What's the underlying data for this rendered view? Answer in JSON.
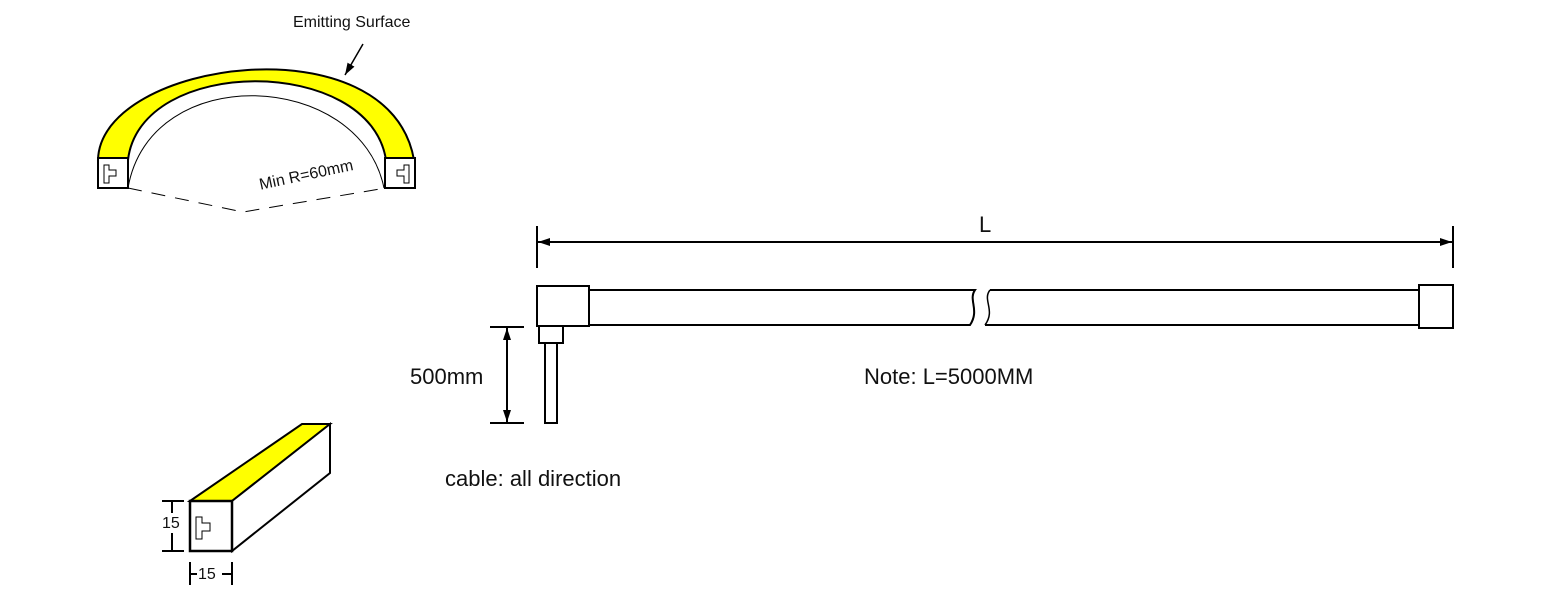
{
  "colors": {
    "emitting": "#ffff00",
    "stroke": "#000000",
    "background": "#ffffff"
  },
  "bend_view": {
    "emitting_label": "Emitting Surface",
    "radius_label": "Min R=60mm"
  },
  "cross_section": {
    "height_label": "15",
    "width_label": "15"
  },
  "strip_view": {
    "length_label": "L",
    "note": "Note: L=5000MM",
    "cable_length_label": "500mm",
    "cable_note": "cable: all direction"
  }
}
